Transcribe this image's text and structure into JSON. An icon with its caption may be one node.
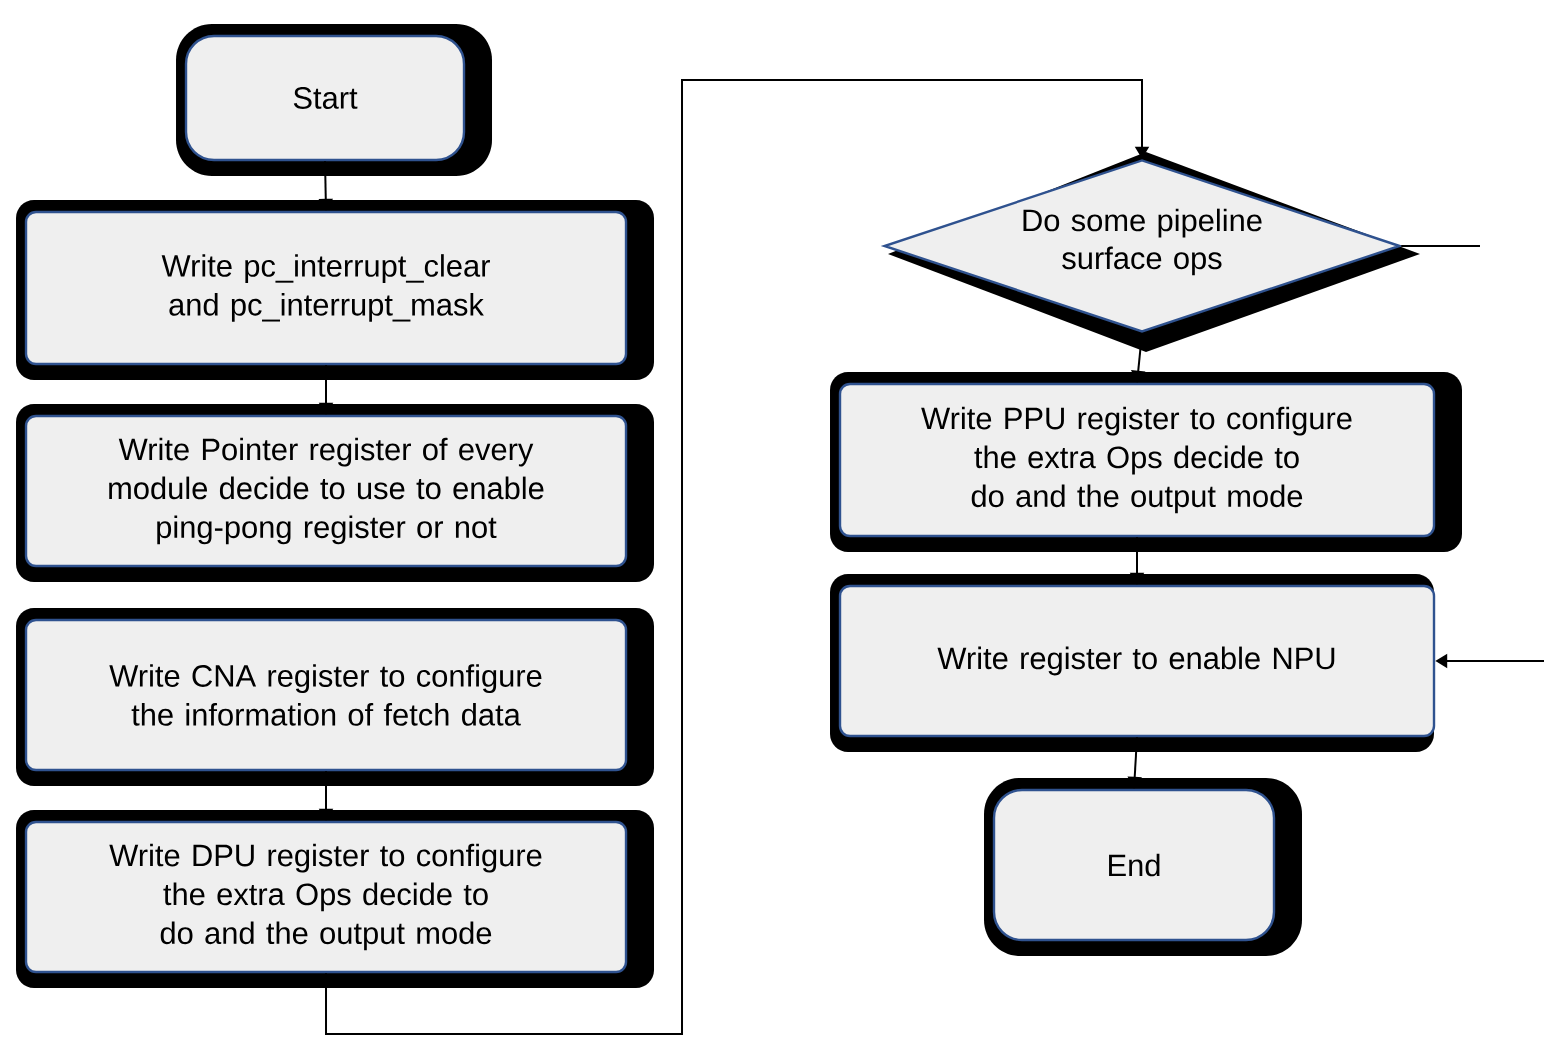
{
  "diagram": {
    "nodes": [
      {
        "text": [
          "Start"
        ]
      },
      {
        "text": [
          "Write pc_interrupt_clear and pc_interrupt_mask"
        ]
      },
      {
        "text": [
          "Write Pointer register of every module decide to use to enable ping-pong register or not"
        ]
      },
      {
        "text": [
          "Write CNA register to configure the information of fetch data"
        ]
      },
      {
        "text": [
          "Write DPU register to configure the extra Ops decide to do and the output mode"
        ]
      },
      {
        "text": [
          "Do some pipeline surface ops"
        ]
      },
      {
        "text": [
          "Write PPU register to configure the extra Ops decide to do and the output mode"
        ]
      },
      {
        "text": [
          "Write register to enable NPU"
        ]
      },
      {
        "text": [
          "End"
        ]
      }
    ],
    "edges": [
      {
        "from": 0,
        "to": 1,
        "arrow": "to"
      },
      {
        "from": 1,
        "to": 2,
        "arrow": "to"
      },
      {
        "from": 3,
        "to": 4,
        "arrow": "to"
      },
      {
        "from": 4,
        "to": 5,
        "arrow": "to"
      },
      {
        "from": 5,
        "to": 6,
        "arrow": "to"
      },
      {
        "from": 6,
        "to": 7,
        "arrow": "to"
      },
      {
        "from": 7,
        "to": 8,
        "arrow": "to"
      },
      {
        "from": 5,
        "to": null,
        "arrow": "none"
      },
      {
        "from": null,
        "to": 7,
        "arrow": "to"
      }
    ]
  }
}
